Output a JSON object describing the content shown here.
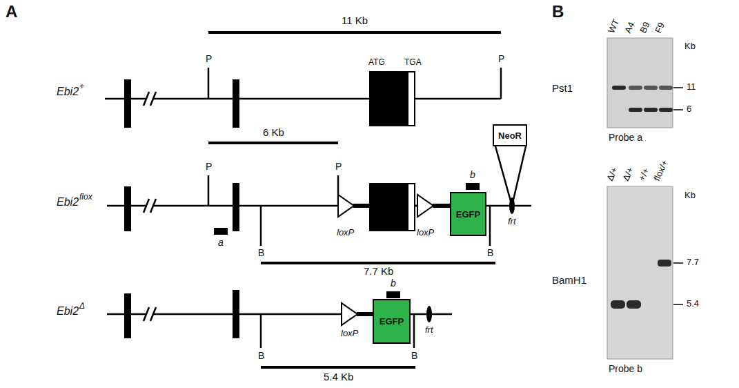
{
  "diagram": {
    "nodes": [
      {
        "text": [
          "EGFP"
        ]
      },
      {
        "text": [
          "NeoR"
        ]
      },
      {
        "text": [
          "EGFP"
        ]
      }
    ],
    "labels": [
      "A",
      "11 Kb",
      "Ebi2",
      "+",
      "P",
      "ATG",
      "TGA",
      "P",
      "Ebi2",
      "flox",
      "6 Kb",
      "P",
      "P",
      "a",
      "B",
      "loxP",
      "loxP",
      "b",
      "B",
      "frt",
      "7.7 Kb",
      "Ebi2",
      "Δ",
      "b",
      "B",
      "loxP",
      "B",
      "frt",
      "5.4 Kb",
      "B",
      "Pst1",
      "WT",
      "A4",
      "B9",
      "F9",
      "Kb",
      "11",
      "6",
      "Probe a",
      "BamH1",
      "Δ/+",
      "Δ/+",
      "+/+",
      "flox/+",
      "Kb",
      "7.7",
      "5.4",
      "Probe b"
    ]
  }
}
